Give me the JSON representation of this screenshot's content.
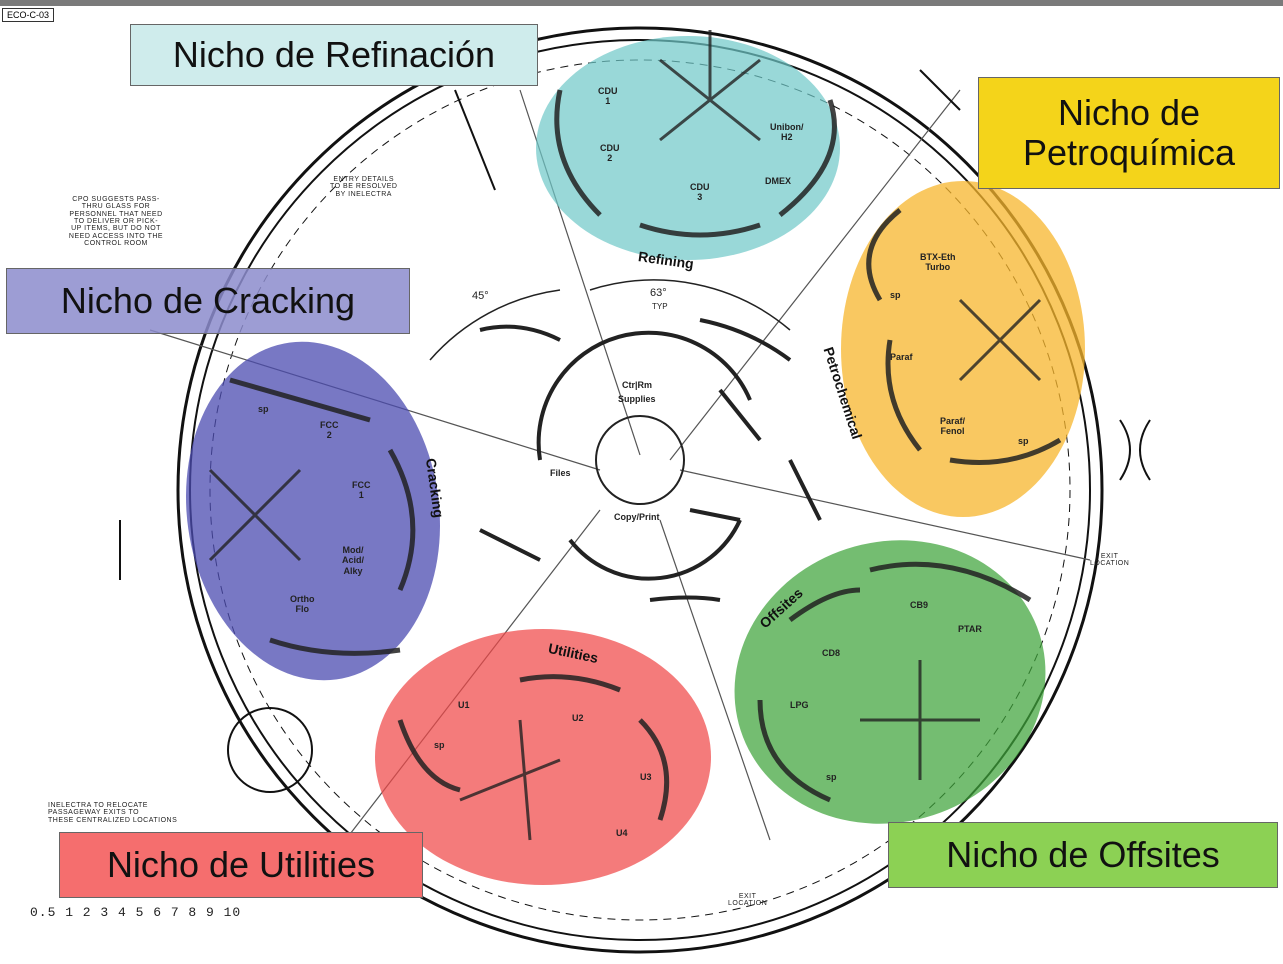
{
  "doc_id": "ECO-C-03",
  "niches": {
    "refining": "Nicho de Refinación",
    "petrochem": "Nicho de Petroquímica",
    "cracking": "Nicho de Cracking",
    "utilities": "Nicho de Utilities",
    "offsites": "Nicho de Offsites"
  },
  "zone_colors": {
    "refining": "#6ec7c7",
    "petrochem": "#f7b52c",
    "cracking": "#4b4bb0",
    "utilities": "#f04848",
    "offsites": "#3ea43a"
  },
  "areas": {
    "refining": "Refining",
    "petrochem": "Petrochemical",
    "cracking": "Cracking",
    "utilities": "Utilities",
    "offsites": "Offsites"
  },
  "consoles": {
    "cdu1": "CDU\n1",
    "cdu2": "CDU\n2",
    "cdu3": "CDU\n3",
    "unibon": "Unibon/\nH2",
    "dmex": "DMEX",
    "btx": "BTX-Eth\nTurbo",
    "parafinas": "Paraf",
    "parafenol": "Paraf/\nFenol",
    "sp": "sp",
    "fcc2": "FCC\n2",
    "fcc1": "FCC\n1",
    "modacid": "Mod/\nAcid/\nAlky",
    "ortho": "Ortho\nFlo",
    "u1": "U1",
    "u2": "U2",
    "u3": "U3",
    "u4": "U4",
    "cb9": "CB9",
    "cd8": "CD8",
    "ptar": "PTAR",
    "lpg": "LPG"
  },
  "center": {
    "ctrl": "Ctr|Rm",
    "supplies": "Supplies",
    "files": "Files",
    "copy": "Copy/Print"
  },
  "annotations": {
    "angle1": "45°",
    "angle2": "63°",
    "typ": "TYP",
    "entry": "ENTRY DETAILS\nTO BE RESOLVED\nBY INELECTRA",
    "cpo_note": "CPO SUGGESTS PASS-\nTHRU GLASS FOR\nPERSONNEL THAT NEED\nTO DELIVER OR PICK-\nUP ITEMS, BUT DO NOT\nNEED ACCESS INTO THE\nCONTROL ROOM",
    "relocate": "INELECTRA TO RELOCATE\nPASSAGEWAY EXITS TO\nTHESE CENTRALIZED LOCATIONS",
    "exit": "EXIT\nLOCATION",
    "scale": "0.5 1  2  3  4  5  6  7  8  9 10"
  }
}
